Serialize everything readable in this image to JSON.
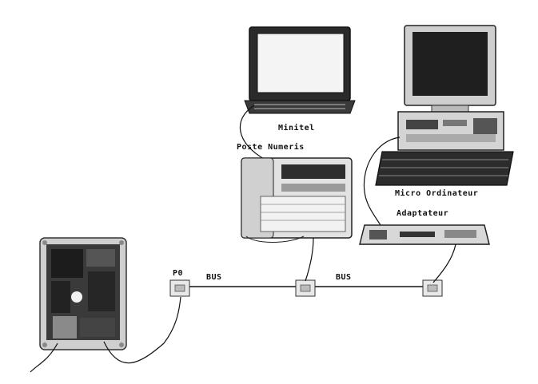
{
  "labels": {
    "minitel": "Minitel",
    "poste_numeris": "Poste Numeris",
    "micro_ordinateur": "Micro Ordinateur",
    "adaptateur": "Adaptateur",
    "p0": "P0",
    "bus_left": "BUS",
    "bus_right": "BUS"
  },
  "colors": {
    "ink": "#111111",
    "device_grey": "#d8d8d8",
    "dark": "#2a2a2a",
    "screen": "#1a1a1a"
  }
}
